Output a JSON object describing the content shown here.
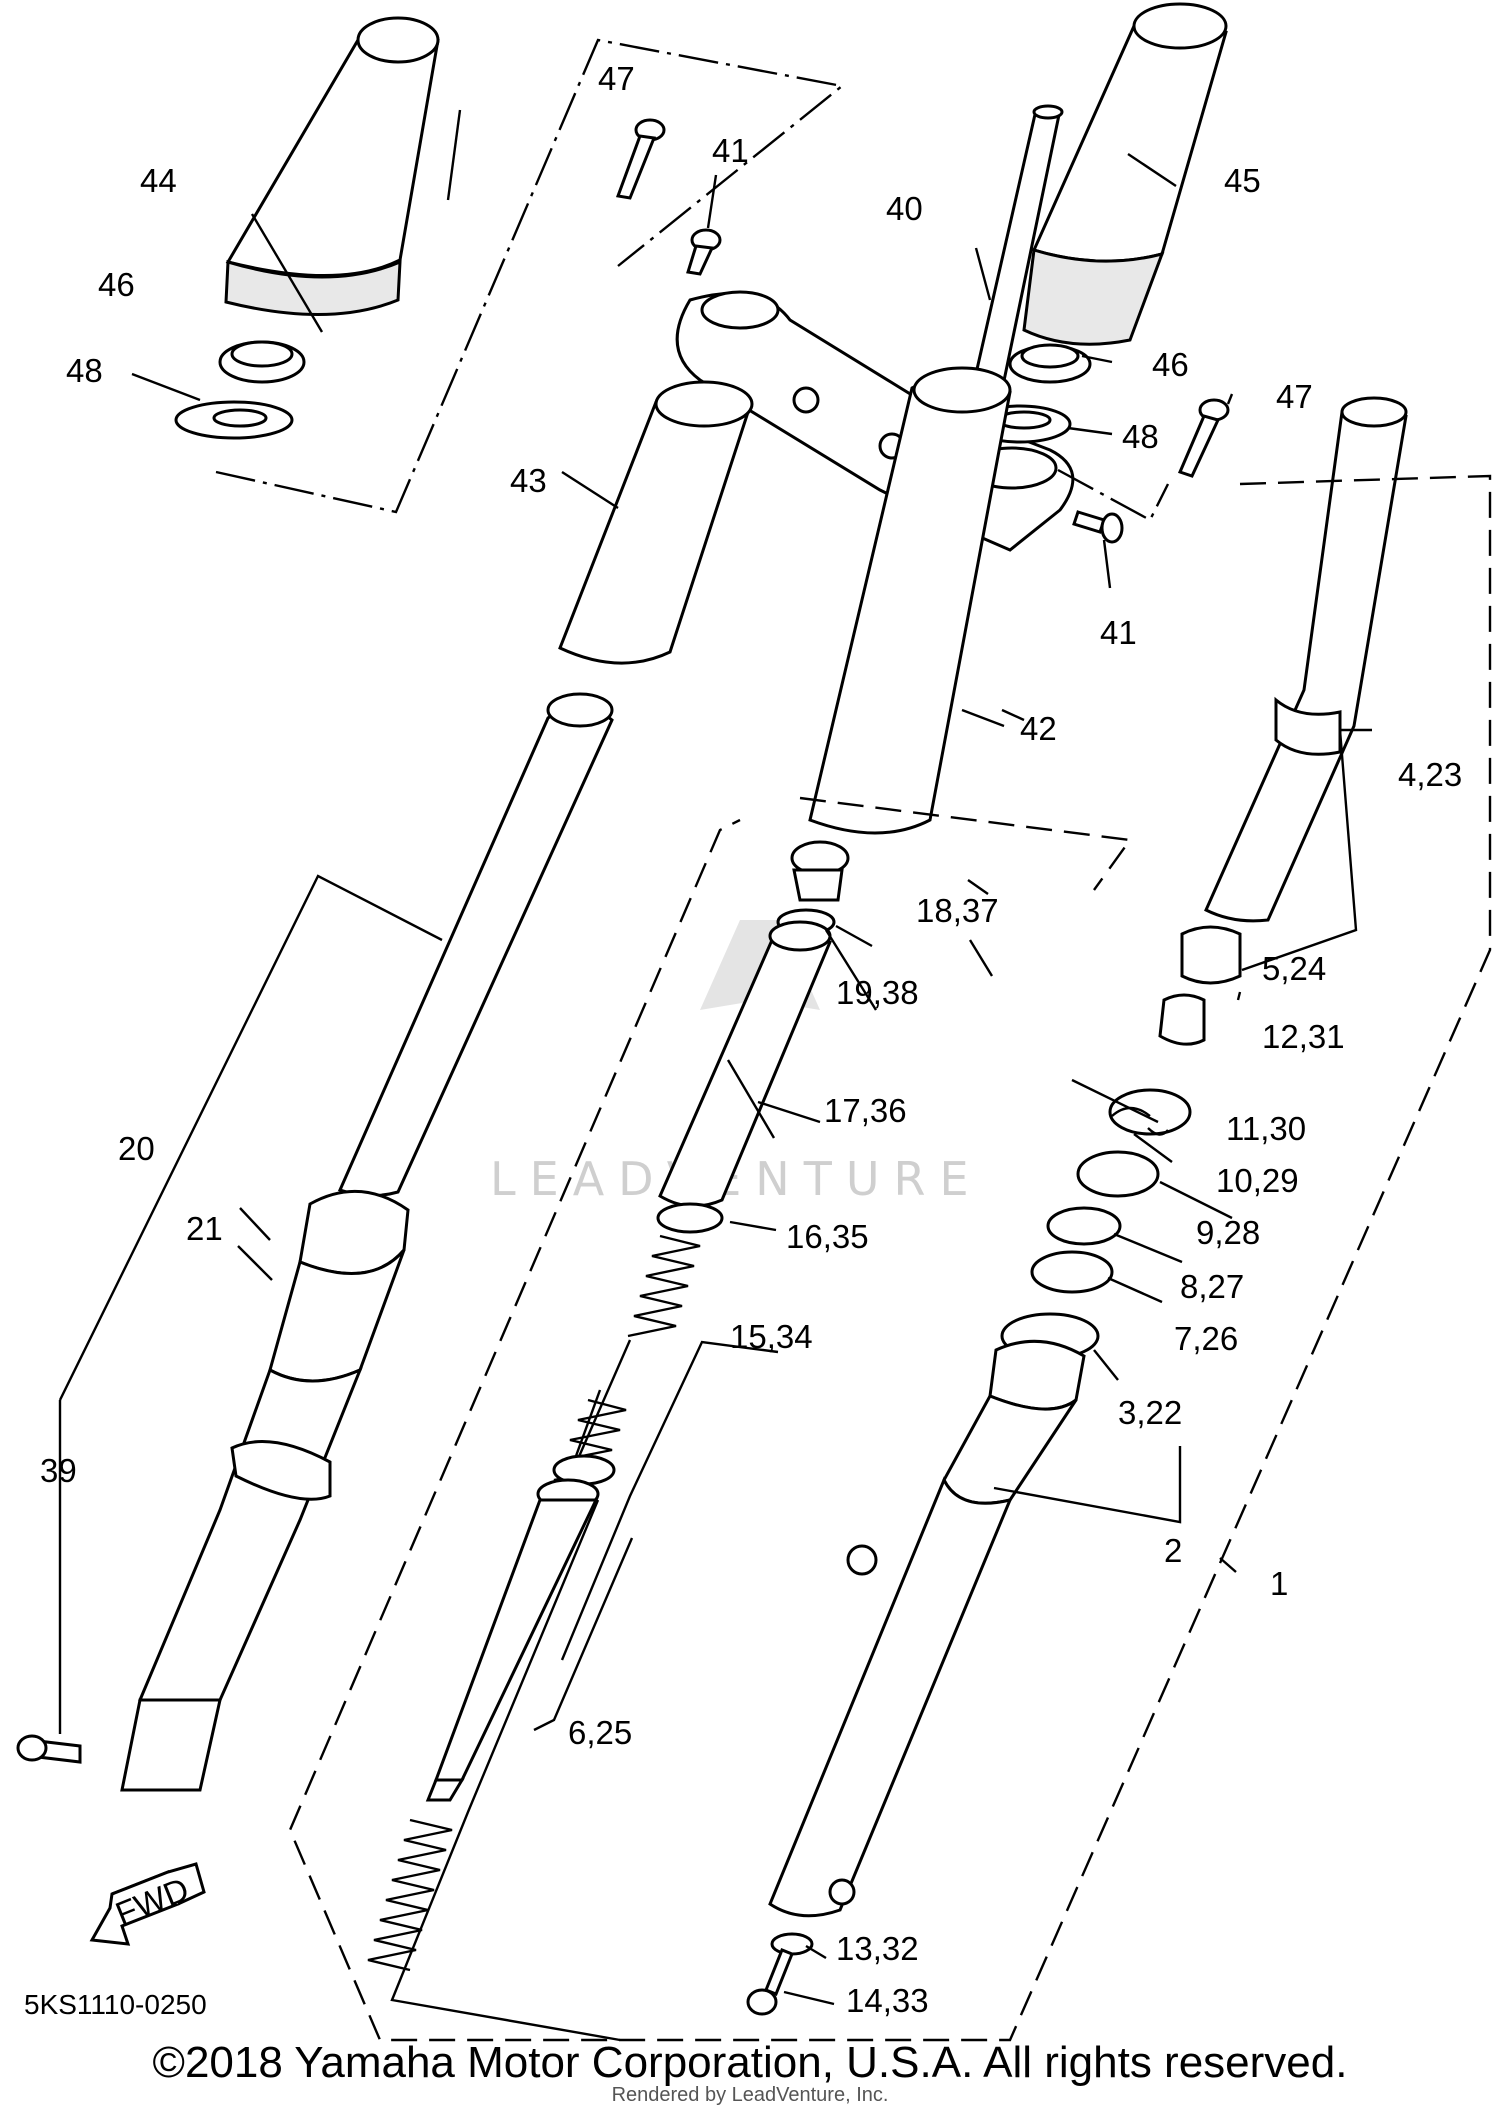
{
  "diagram": {
    "part_code": "5KS1110-0250",
    "watermark": "LEADVENTURE",
    "fwd_label": "FWD",
    "callouts": [
      "1",
      "2",
      "3,22",
      "4,23",
      "5,24",
      "6,25",
      "7,26",
      "8,27",
      "9,28",
      "10,29",
      "11,30",
      "12,31",
      "13,32",
      "14,33",
      "15,34",
      "16,35",
      "17,36",
      "18,37",
      "19,38",
      "20",
      "21",
      "39",
      "40",
      "41",
      "41",
      "42",
      "43",
      "44",
      "45",
      "46",
      "46",
      "47",
      "47",
      "48",
      "48"
    ]
  },
  "footer": {
    "copyright": "©2018 Yamaha Motor Corporation, U.S.A. All rights reserved.",
    "rendered": "Rendered by LeadVenture, Inc."
  }
}
